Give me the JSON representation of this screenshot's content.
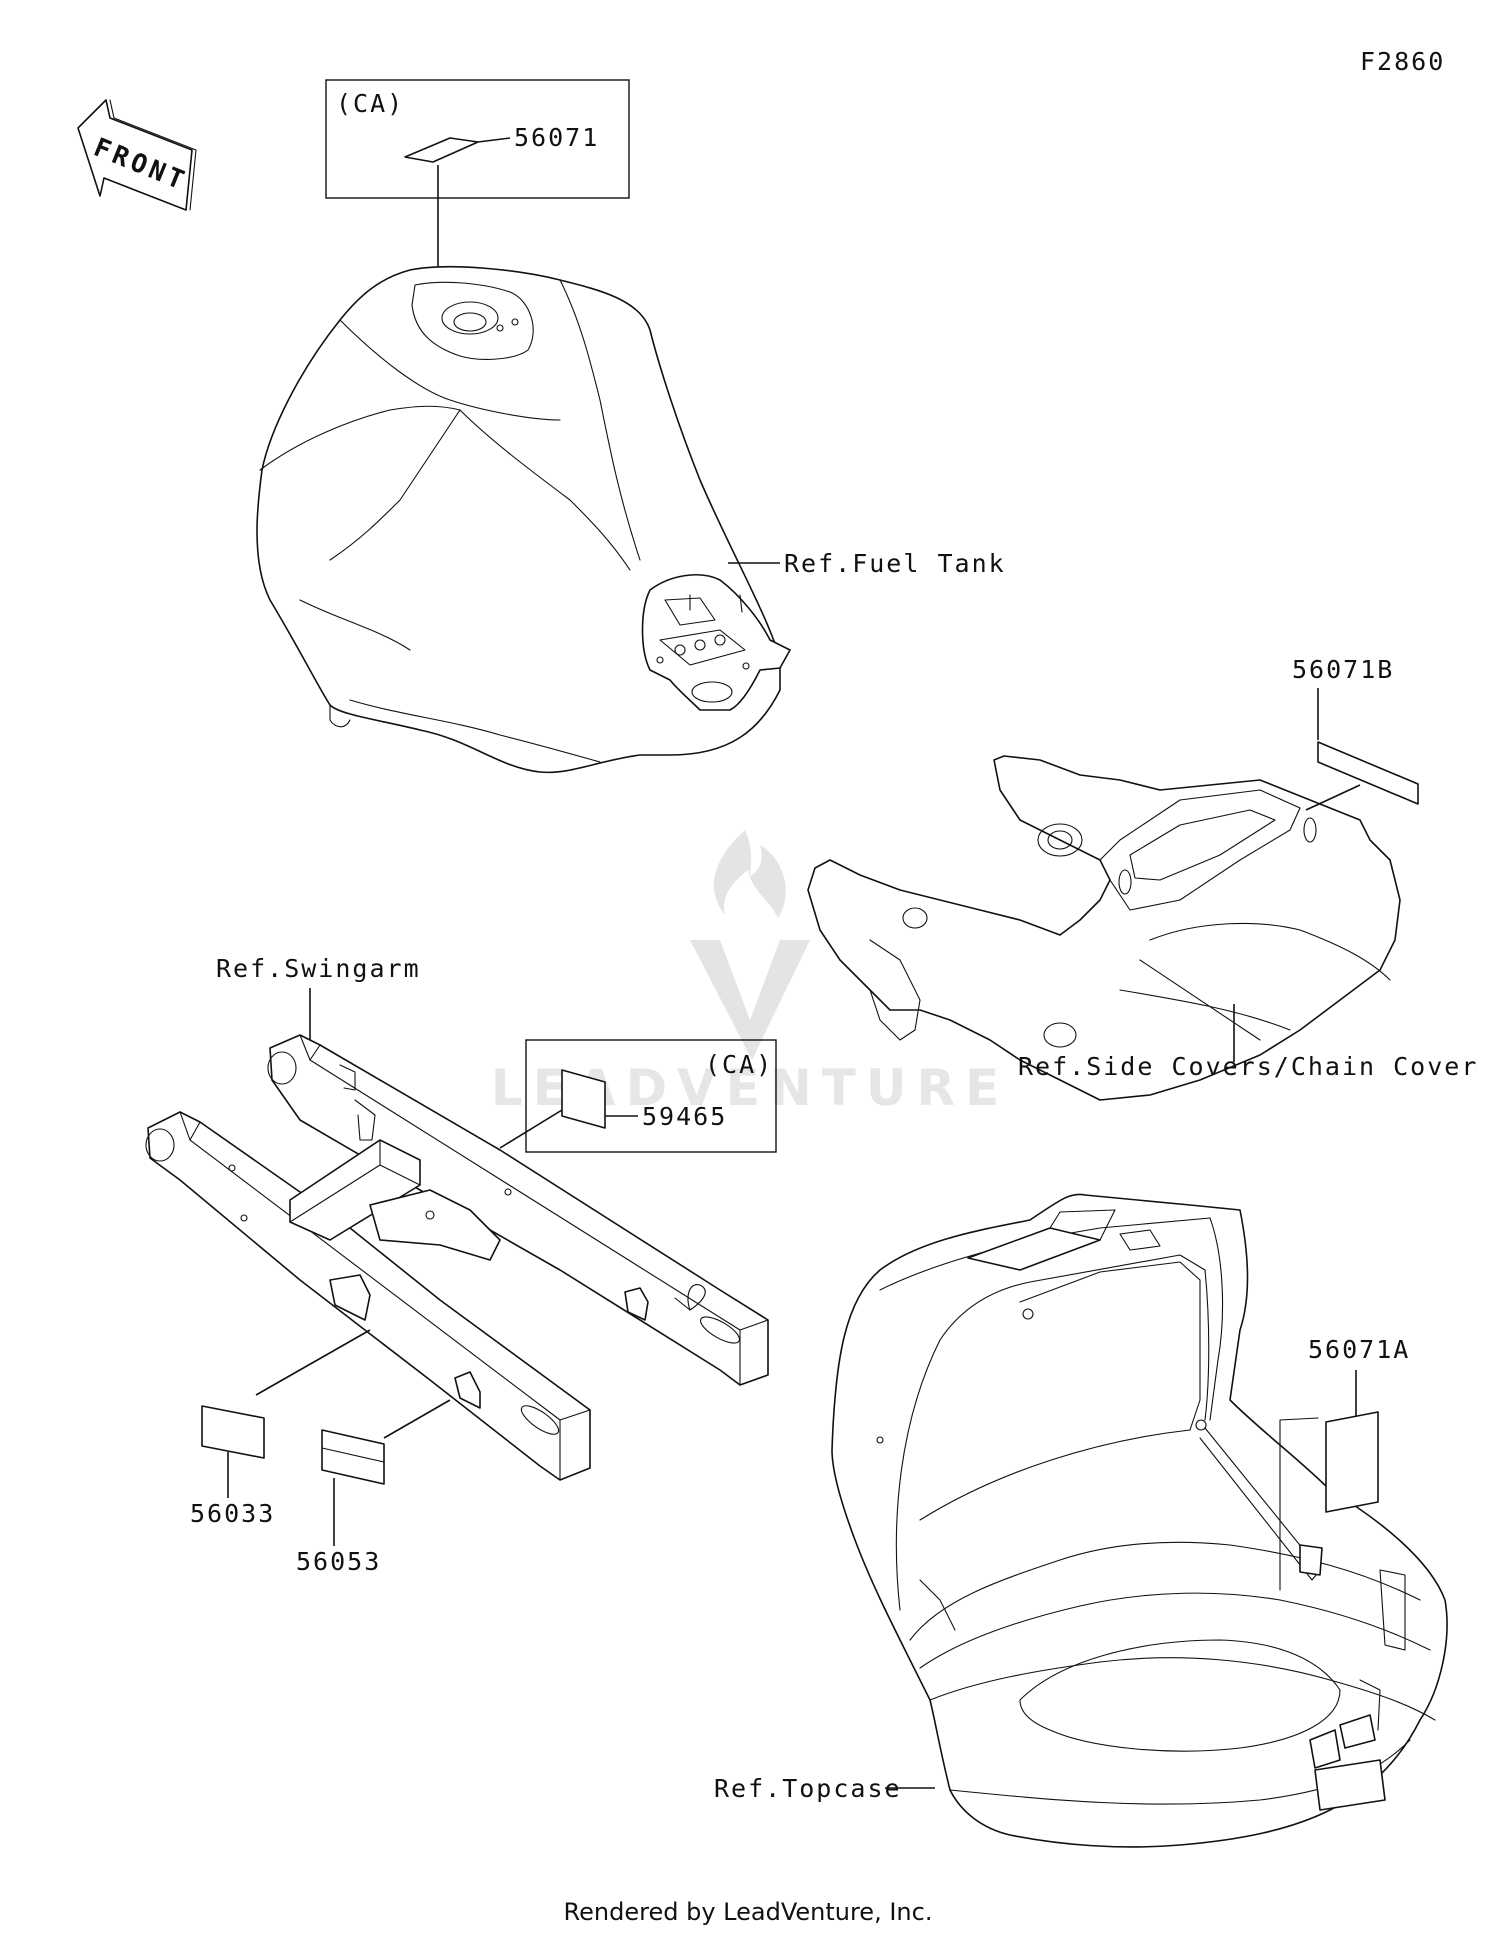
{
  "diagram_code": "F2860",
  "front_label": "FRONT",
  "ca_label_tank": "(CA)",
  "ca_label_swingarm": "(CA)",
  "parts": {
    "p56071": "56071",
    "p56071B": "56071B",
    "p59465": "59465",
    "p56033": "56033",
    "p56053": "56053",
    "p56071A": "56071A"
  },
  "refs": {
    "fuel_tank": "Ref.Fuel Tank",
    "side_covers": "Ref.Side Covers/Chain Cover",
    "swingarm": "Ref.Swingarm",
    "topcase": "Ref.Topcase"
  },
  "watermark": "LEADVENTURE",
  "footer": "Rendered by LeadVenture, Inc."
}
